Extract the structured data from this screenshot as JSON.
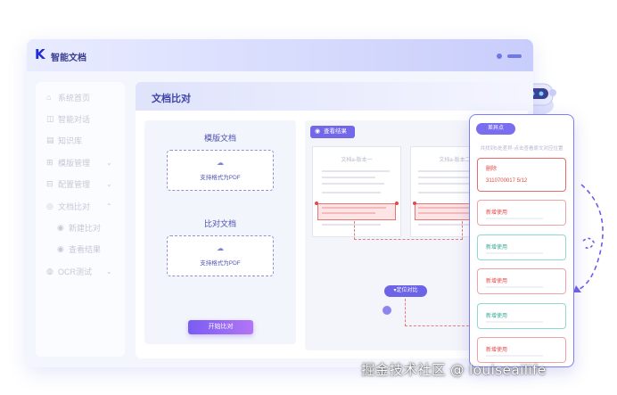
{
  "app": {
    "logo_glyph": "K",
    "title": "智能文档"
  },
  "sidebar": {
    "items": [
      {
        "icon": "home-icon",
        "glyph": "⌂",
        "label": "系统首页"
      },
      {
        "icon": "chat-icon",
        "glyph": "◫",
        "label": "智能对话"
      },
      {
        "icon": "book-icon",
        "glyph": "▤",
        "label": "知识库"
      },
      {
        "icon": "template-icon",
        "glyph": "⊞",
        "label": "模版管理",
        "chevron": "⌄"
      },
      {
        "icon": "config-icon",
        "glyph": "⊟",
        "label": "配置管理",
        "chevron": "⌄"
      },
      {
        "icon": "compare-icon",
        "glyph": "◎",
        "label": "文档比对",
        "chevron": "⌃"
      },
      {
        "icon": "new-compare-icon",
        "glyph": "◉",
        "label": "新建比对",
        "sub": true
      },
      {
        "icon": "results-icon",
        "glyph": "◉",
        "label": "查看结果",
        "sub": true
      },
      {
        "icon": "ocr-icon",
        "glyph": "◍",
        "label": "OCR测试",
        "chevron": "⌄"
      }
    ]
  },
  "main": {
    "title": "文档比对",
    "template_section": {
      "title": "模版文档",
      "upload_hint": "支持格式为PDF"
    },
    "compare_section": {
      "title": "比对文档",
      "upload_hint": "支持格式为PDF"
    },
    "start_button": "开始比对"
  },
  "viewer": {
    "view_button": "查看结果",
    "doc_left_title": "文档a-版本一",
    "doc_right_title": "文档a-版本二",
    "locate_button": "▾定位对比"
  },
  "diff_panel": {
    "tab": "差异点",
    "hint": "共找到5处差异·点击查看原文对应位置",
    "items": [
      {
        "label": "删除",
        "value": "3110700017 5/12",
        "kind": "delete"
      },
      {
        "label": "新增使用",
        "kind": "red"
      },
      {
        "label": "新增使用",
        "kind": "teal"
      },
      {
        "label": "新增使用",
        "kind": "red"
      },
      {
        "label": "新增使用",
        "kind": "teal"
      },
      {
        "label": "新增使用",
        "kind": "red"
      }
    ]
  },
  "watermark": "掘金技术社区 @ louiseailife",
  "colors": {
    "accent": "#6d63e6",
    "brand": "#1f2bd8",
    "diff_red": "#e04848",
    "diff_teal": "#35a896"
  }
}
